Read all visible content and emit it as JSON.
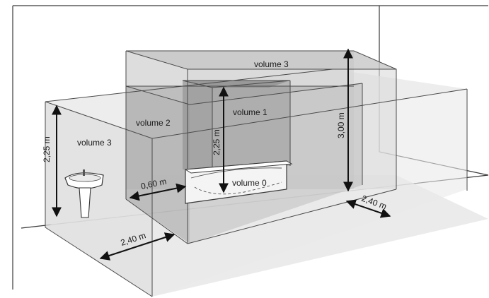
{
  "labels": {
    "volume_3_top": "volume 3",
    "volume_3_left": "volume 3",
    "volume_2": "volume 2",
    "volume_1": "volume 1",
    "volume_0": "volume 0"
  },
  "dimensions": {
    "wall_height": "2,25 m",
    "shower_height": "2,25 m",
    "total_height": "3,00 m",
    "bath_clearance": "0,60 m",
    "front_distance": "2,40 m",
    "right_distance": "2,40 m"
  },
  "colors": {
    "line": "#3a3a3a",
    "arrow": "#111111",
    "fill_light": "#d9d9d9",
    "fill_mid": "#bdbdbd",
    "fill_dark": "#9e9e9e"
  }
}
